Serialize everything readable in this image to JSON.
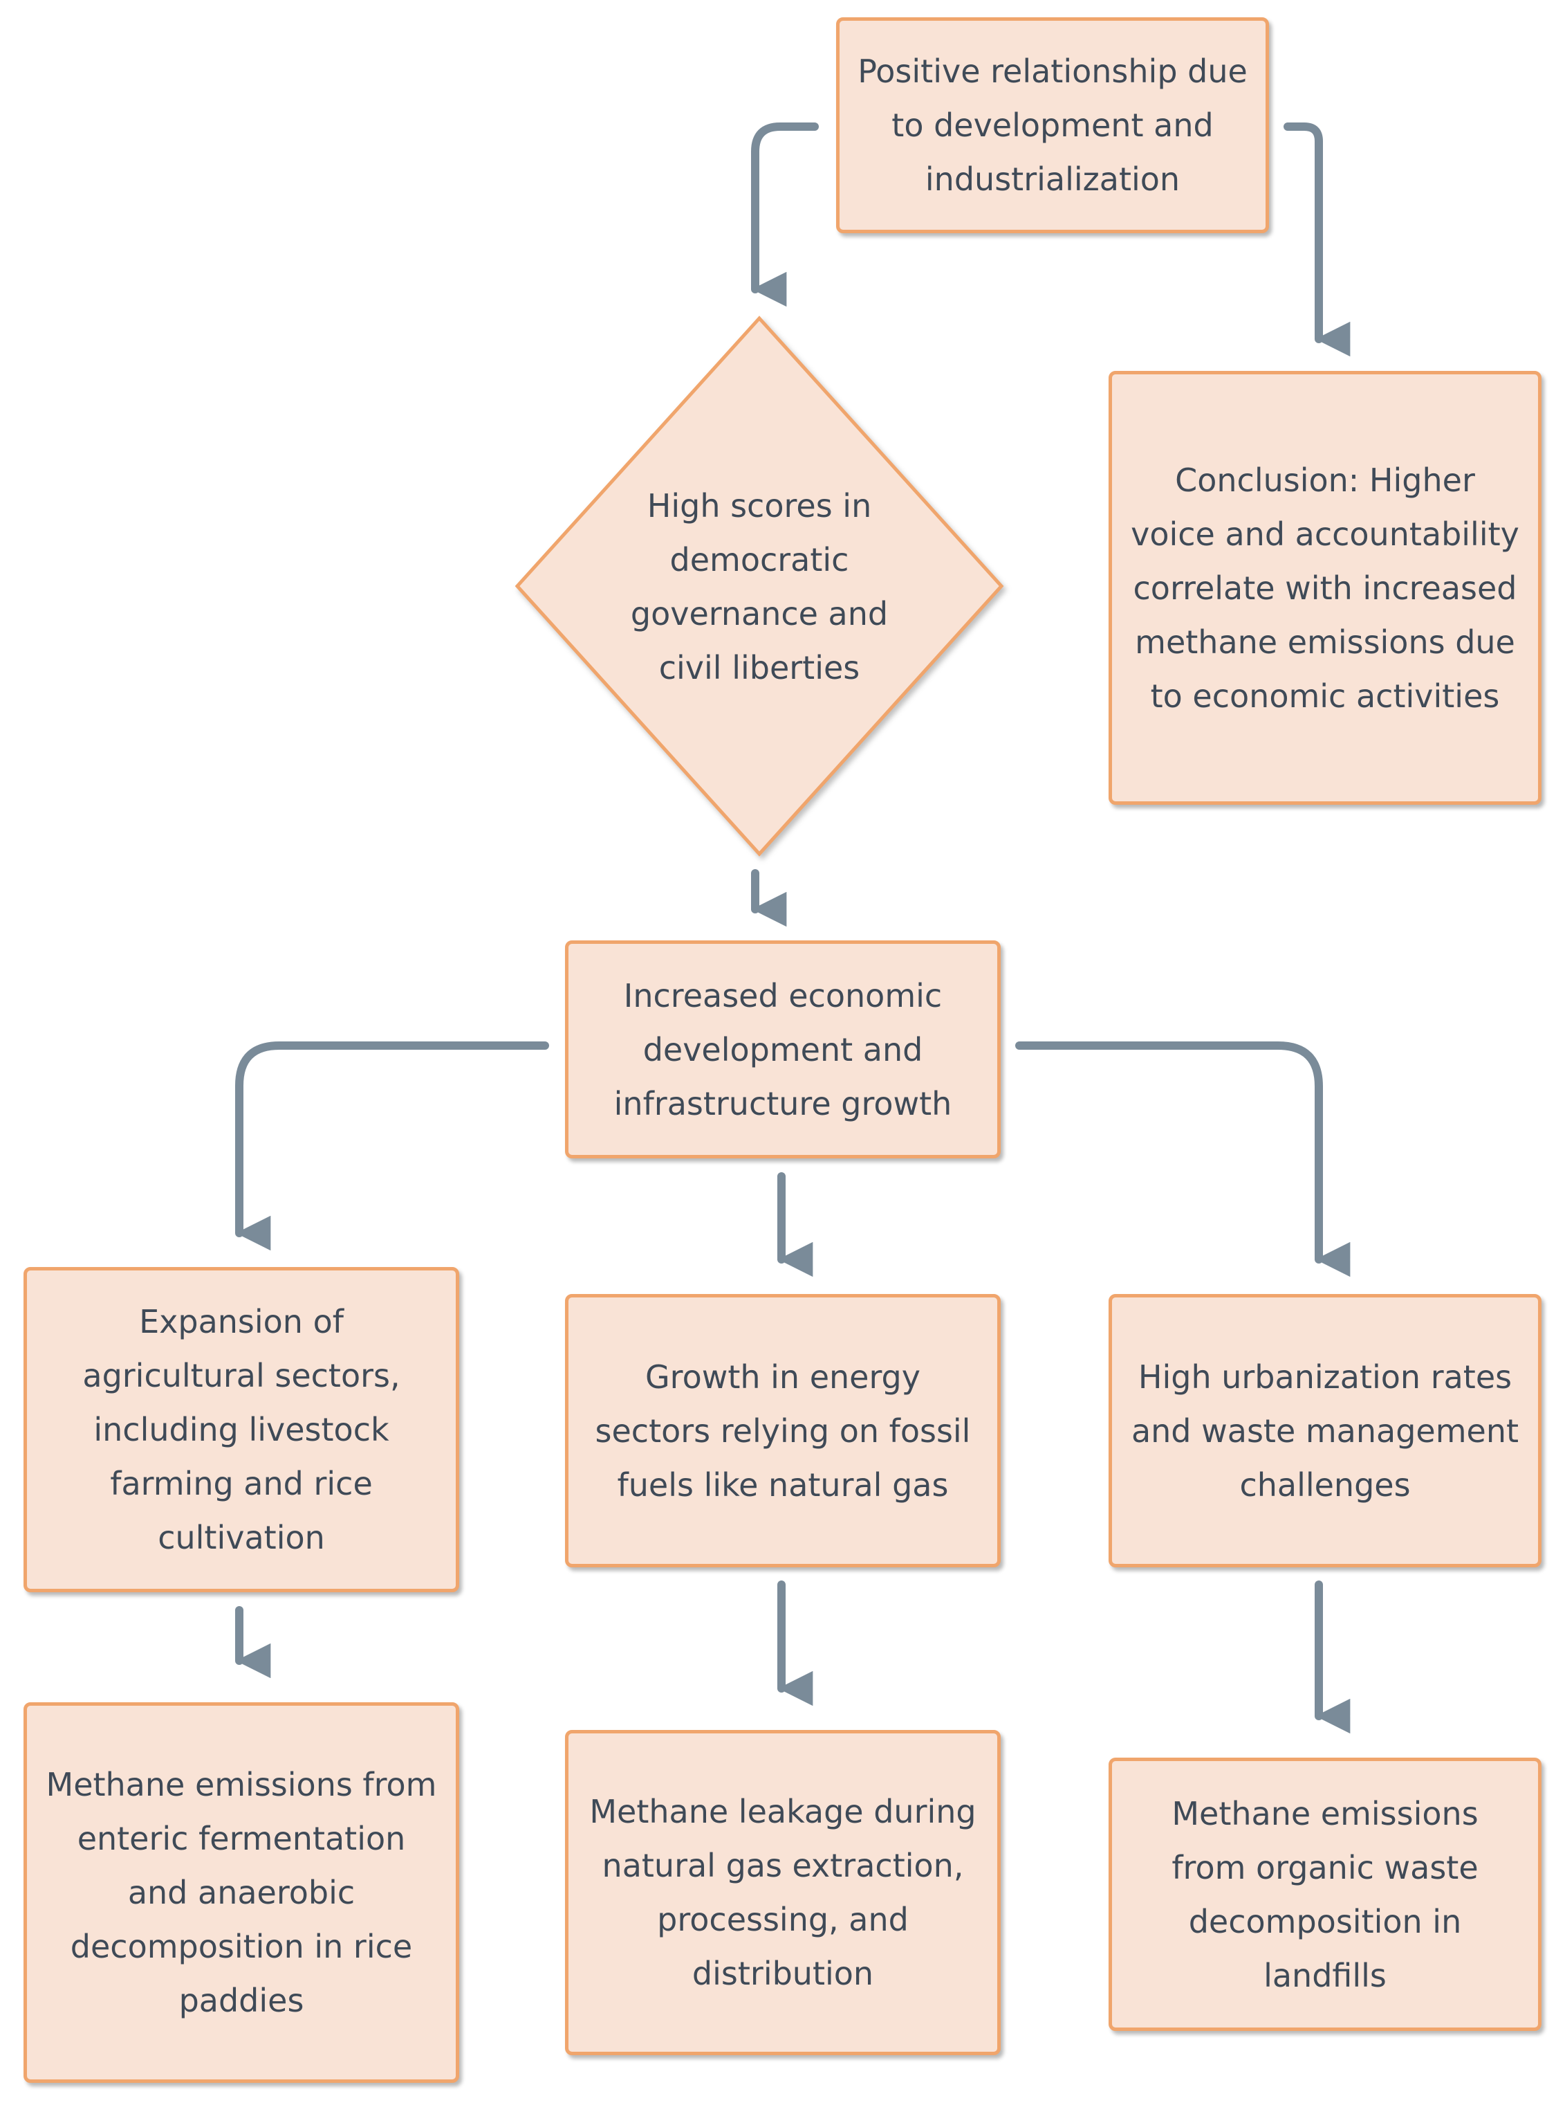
{
  "nodes": {
    "top": "Positive relationship due to development and industrialization",
    "conclusion": "Conclusion: Higher voice and accountability correlate with increased methane emissions due to economic activities",
    "decision": "High scores in democratic governance and civil liberties",
    "economic": "Increased economic development and infrastructure growth",
    "agriculture": "Expansion of agricultural sectors, including livestock farming and rice cultivation",
    "energy": "Growth in energy sectors relying on fossil fuels like natural gas",
    "urbanization": "High urbanization rates and waste management challenges",
    "methane_agriculture": "Methane emissions from enteric fermentation and anaerobic decomposition in rice paddies",
    "methane_energy": "Methane leakage during natural gas extraction, processing, and distribution",
    "methane_urban": "Methane emissions from organic waste decomposition in landfills"
  },
  "colors": {
    "box_fill": "#f9e3d6",
    "box_border": "#f0a56c",
    "arrow": "#7a8b99",
    "text": "#3f4a57"
  }
}
